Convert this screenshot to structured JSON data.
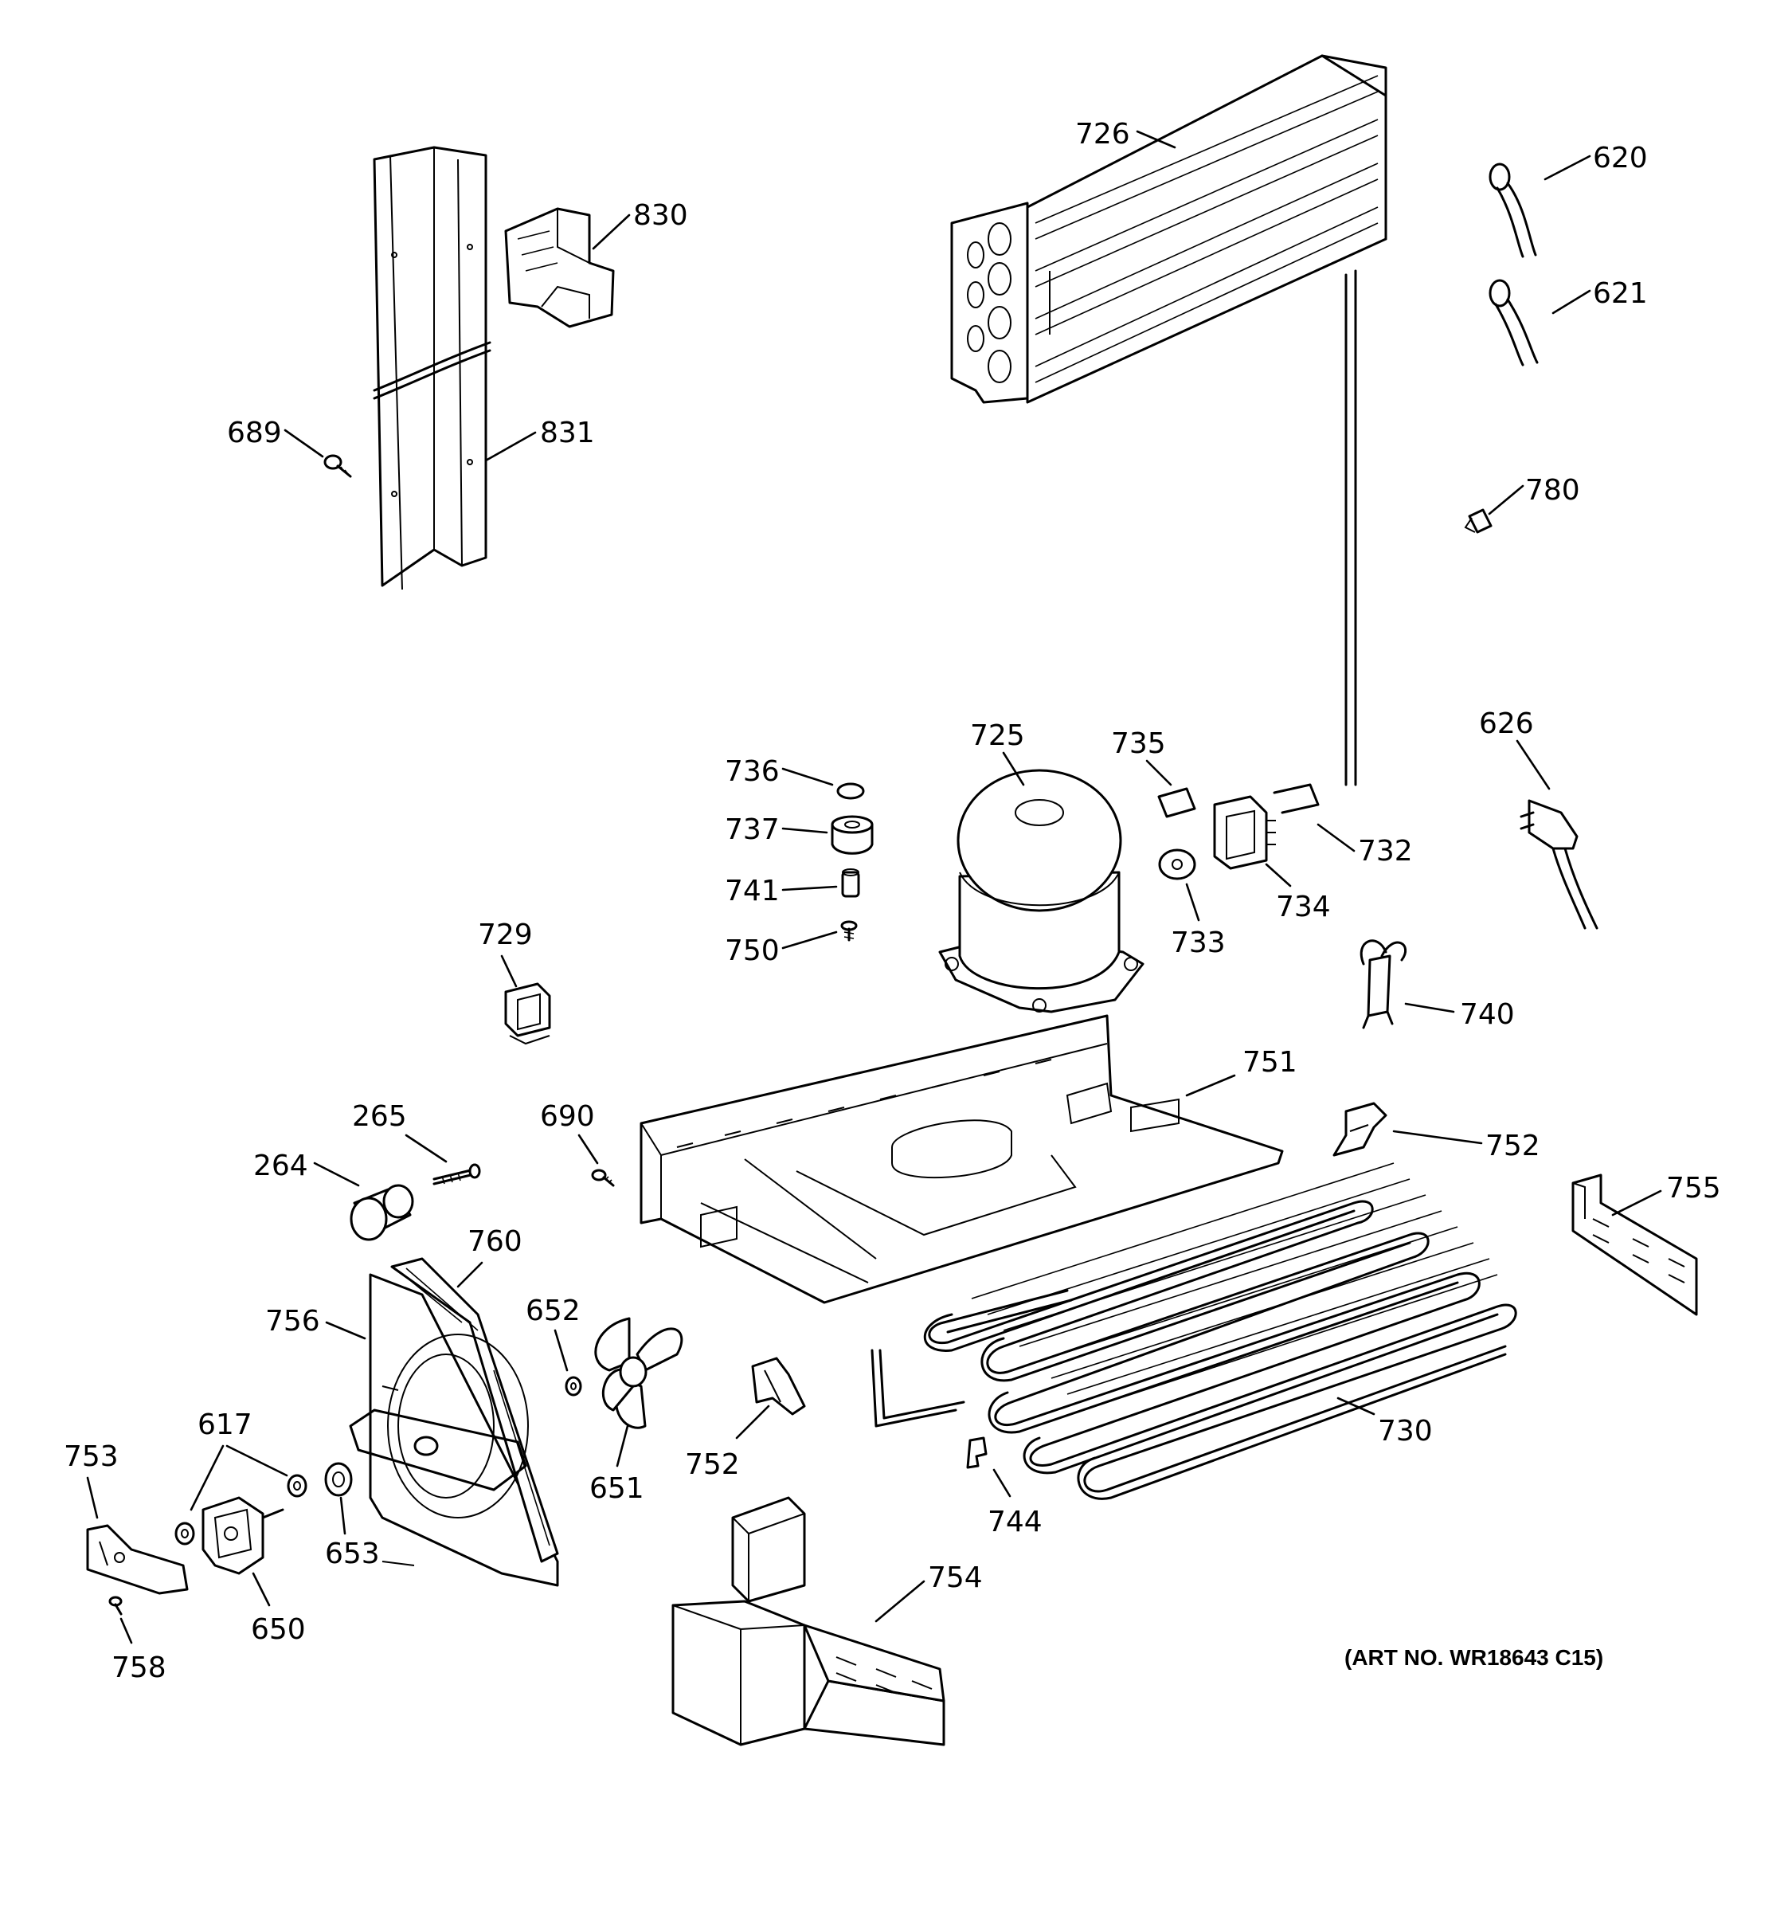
{
  "diagram": {
    "parts": [
      {
        "id": "part-726",
        "number": "726"
      },
      {
        "id": "part-620",
        "number": "620"
      },
      {
        "id": "part-621",
        "number": "621"
      },
      {
        "id": "part-780",
        "number": "780"
      },
      {
        "id": "part-830",
        "number": "830"
      },
      {
        "id": "part-831",
        "number": "831"
      },
      {
        "id": "part-689",
        "number": "689"
      },
      {
        "id": "part-626",
        "number": "626"
      },
      {
        "id": "part-725",
        "number": "725"
      },
      {
        "id": "part-735",
        "number": "735"
      },
      {
        "id": "part-736",
        "number": "736"
      },
      {
        "id": "part-737",
        "number": "737"
      },
      {
        "id": "part-741",
        "number": "741"
      },
      {
        "id": "part-750",
        "number": "750"
      },
      {
        "id": "part-732",
        "number": "732"
      },
      {
        "id": "part-734",
        "number": "734"
      },
      {
        "id": "part-733",
        "number": "733"
      },
      {
        "id": "part-729",
        "number": "729"
      },
      {
        "id": "part-740",
        "number": "740"
      },
      {
        "id": "part-751",
        "number": "751"
      },
      {
        "id": "part-752-right",
        "number": "752"
      },
      {
        "id": "part-265",
        "number": "265"
      },
      {
        "id": "part-690",
        "number": "690"
      },
      {
        "id": "part-264",
        "number": "264"
      },
      {
        "id": "part-755",
        "number": "755"
      },
      {
        "id": "part-760",
        "number": "760"
      },
      {
        "id": "part-756",
        "number": "756"
      },
      {
        "id": "part-652",
        "number": "652"
      },
      {
        "id": "part-617",
        "number": "617"
      },
      {
        "id": "part-753",
        "number": "753"
      },
      {
        "id": "part-653",
        "number": "653"
      },
      {
        "id": "part-651",
        "number": "651"
      },
      {
        "id": "part-752-left",
        "number": "752"
      },
      {
        "id": "part-730",
        "number": "730"
      },
      {
        "id": "part-744",
        "number": "744"
      },
      {
        "id": "part-650",
        "number": "650"
      },
      {
        "id": "part-758",
        "number": "758"
      },
      {
        "id": "part-754",
        "number": "754"
      }
    ],
    "art_number": "(ART NO. WR18643 C15)"
  }
}
